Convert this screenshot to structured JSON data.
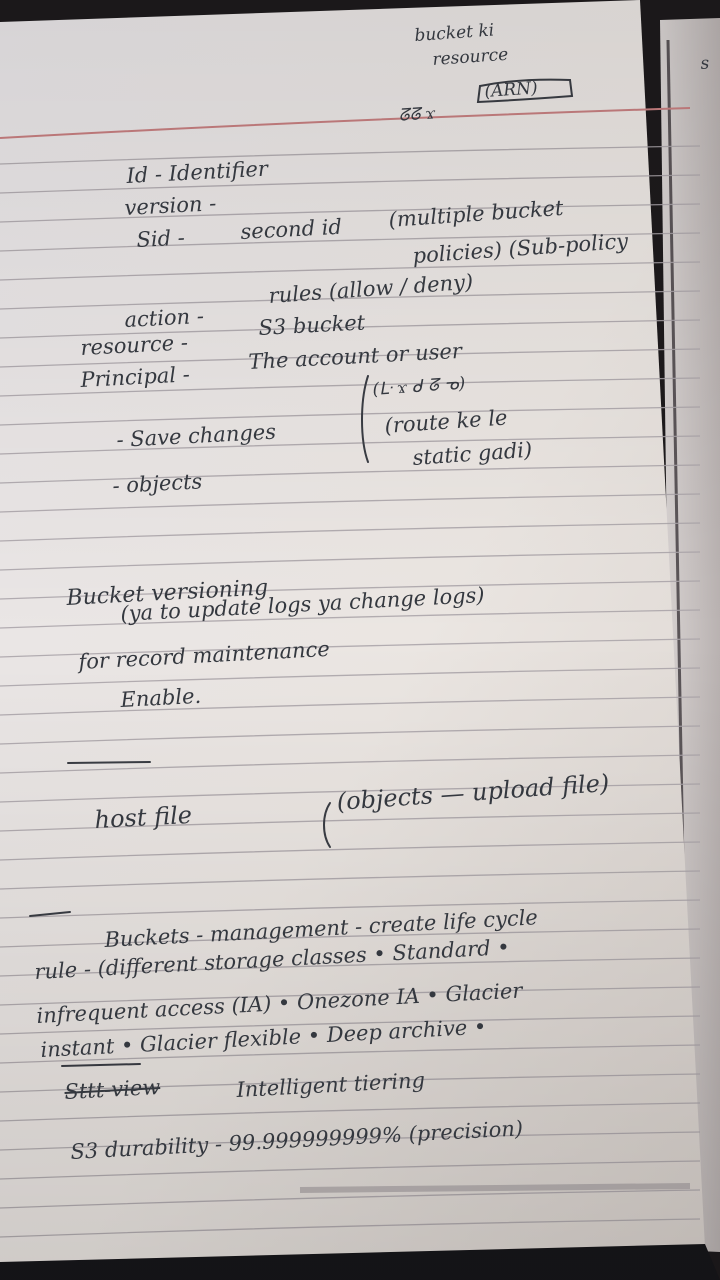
{
  "photo": {
    "subject": "handwritten notebook page",
    "ink_color": "#34383f",
    "paper_color": "#ece8e6",
    "rule_color": "#a9a3a8",
    "margin_line_color": "#c77f80"
  },
  "notes": {
    "header_note": [
      "bucket ki",
      "resource",
      "ᘔᘔ ϫ",
      "(ARN)"
    ],
    "policy_fields": [
      "Id - Identifier",
      "version -",
      "Sid -",
      "second id",
      "(multiple bucket",
      "policies) (Sub-policy",
      "action -",
      "rules (allow / deny)",
      "resource -",
      "S3 bucket",
      "Principal -",
      "The account or user",
      "(ᒷ ϫ ᑯ ᘔ ᓀ)",
      "(route ke le",
      "static gadi)"
    ],
    "steps": [
      "- Save changes",
      "- objects"
    ],
    "versioning": [
      "Bucket versioning",
      "(ya to update logs ya change logs)",
      "for record maintenance",
      "Enable."
    ],
    "host_file": [
      "host file",
      "(objects — upload file)"
    ],
    "management": [
      "Buckets - management - create life cycle",
      "rule - (different storage classes • Standard •",
      "infrequent access (IA) • Onezone IA • Glacier",
      "instant • Glacier flexible • Deep archive •",
      "Intelligent tiering"
    ],
    "struck_text": "Sttt-view",
    "durability": [
      "S3 durability - 99.999999999% (precision)"
    ],
    "right_page_edge": "s"
  }
}
